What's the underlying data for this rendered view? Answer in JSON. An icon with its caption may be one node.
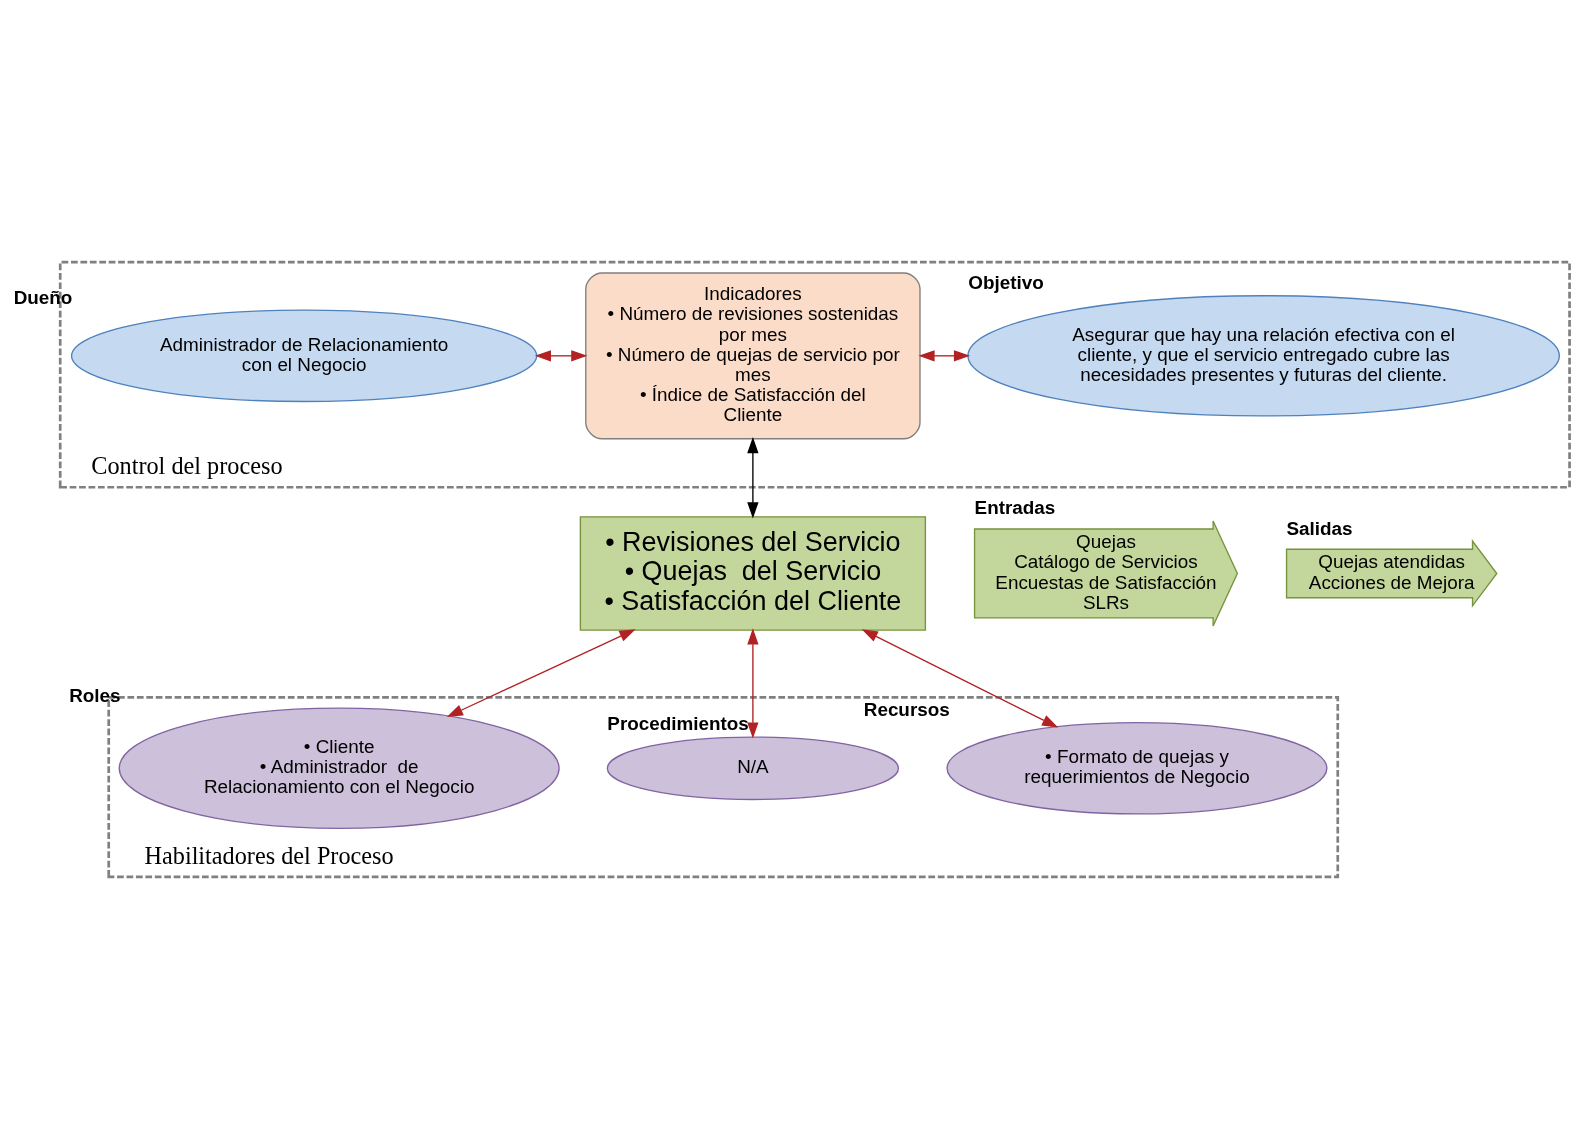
{
  "diagram": {
    "nodes": [
      {
        "text": [
          "Control del proceso"
        ]
      },
      {
        "text": [
          "Administrador de Relacionamiento con el Negocio"
        ],
        "beside": [
          "Dueño"
        ],
        "in": 0
      },
      {
        "text": [
          "Indicadores",
          "• Número de revisiones sostenidas por mes",
          "• Número de quejas de servicio por mes",
          "• Índice de Satisfacción del Cliente"
        ],
        "in": 0
      },
      {
        "text": [
          "Asegurar que hay una relación efectiva con el cliente, y que el servicio entregado cubre las necesidades presentes y futuras del cliente."
        ],
        "beside": [
          "Objetivo"
        ],
        "in": 0
      },
      {
        "text": [
          "Quejas",
          "Catálogo de Servicios",
          "Encuestas de Satisfacción",
          "SLRs"
        ],
        "beside": [
          "Entradas"
        ]
      },
      {
        "text": [
          "• Revisiones del Servicio",
          "• Quejas  del Servicio",
          "• Satisfacción del Cliente"
        ]
      },
      {
        "text": [
          "Quejas atendidas",
          "Acciones de Mejora"
        ],
        "beside": [
          "Salidas"
        ]
      },
      {
        "text": [
          "Habilitadores del Proceso"
        ]
      },
      {
        "text": [
          "• Formato de quejas y requerimientos de Negocio"
        ],
        "beside": [
          "Recursos"
        ],
        "in": 7
      },
      {
        "text": [
          "N/A"
        ],
        "beside": [
          "Procedimientos"
        ],
        "in": 7
      },
      {
        "text": [
          "• Cliente",
          "• Administrador  de Relacionamiento con el Negocio"
        ],
        "beside": [
          "Roles"
        ],
        "in": 7
      }
    ],
    "edges": [
      {
        "from": 1,
        "to": 2,
        "arrow": "both"
      },
      {
        "from": 2,
        "to": 3,
        "arrow": "both"
      },
      {
        "from": 2,
        "to": 5,
        "arrow": "both",
        "color": "#000000"
      },
      {
        "from": 5,
        "to": 8,
        "arrow": "both"
      },
      {
        "from": 5,
        "to": 9,
        "arrow": "both"
      },
      {
        "from": 5,
        "to": 10,
        "arrow": "both"
      }
    ]
  }
}
